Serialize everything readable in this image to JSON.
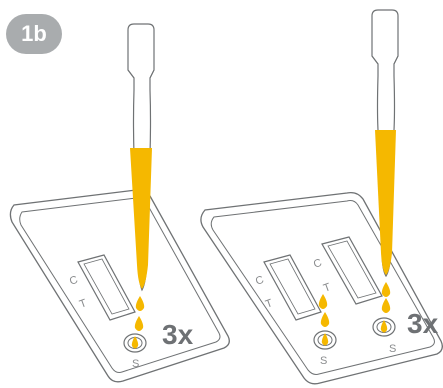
{
  "step_label": "1b",
  "left_panel": {
    "control_label": "C",
    "test_label": "T",
    "sample_label": "S",
    "count_text": "3x"
  },
  "right_panel": {
    "left_window": {
      "control_label": "C",
      "test_label": "T"
    },
    "right_window": {
      "control_label": "C",
      "test_label": "T"
    },
    "sample_label": "S",
    "count_text": "3x"
  },
  "colors": {
    "liquid": "#f5b800",
    "outline": "#6f7274",
    "badge": "#a9acae",
    "count_text": "#6e7174"
  },
  "icons": [
    "pipette-icon",
    "drop-icon",
    "test-cassette-icon"
  ]
}
